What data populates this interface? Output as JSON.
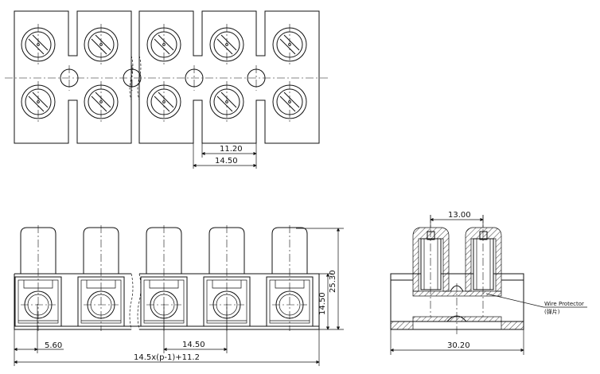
{
  "dimensions": {
    "top_pitch_inner": "11.20",
    "top_pitch": "14.50",
    "bottom_pitch": "14.50",
    "bottom_edge": "5.60",
    "total_length": "14.5x(p-1)+11.2",
    "height_total": "25.30",
    "height_body": "14.50",
    "side_top": "13.00",
    "side_width": "30.20"
  },
  "labels": {
    "wire_protector": "Wire Protector",
    "wire_protector_cn": "(弹片)"
  },
  "colors": {
    "line": "#111111",
    "background": "#ffffff"
  }
}
